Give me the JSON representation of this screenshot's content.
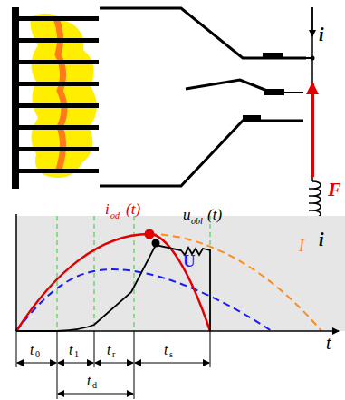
{
  "diagram": {
    "labels": [
      "i",
      "i",
      "F",
      "i",
      "od",
      "(t)",
      "u",
      "obl",
      "(t)",
      "U",
      "I",
      "t",
      "t",
      "0",
      "t",
      "1",
      "t",
      "r",
      "t",
      "s",
      "t",
      "d"
    ]
  }
}
